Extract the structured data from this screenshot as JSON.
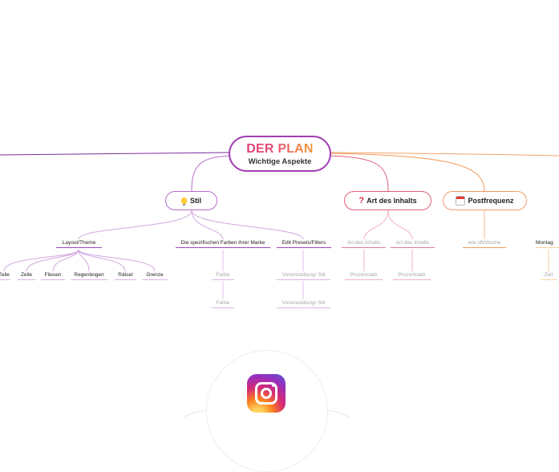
{
  "root": {
    "title": "DER PLAN",
    "subtitle": "Wichtige Aspekte"
  },
  "branches": {
    "stil": {
      "label": "Stil",
      "icon": "lightbulb-icon",
      "children": {
        "layout": {
          "label": "Layout/Theme",
          "items": [
            "Zeile",
            "Zeile",
            "Fliesen",
            "Regenbogen",
            "Rätsel",
            "Grenze"
          ]
        },
        "farben": {
          "label": "Die spezifischen Farben Ihrer Marke",
          "items": [
            "Farbe",
            "Farbe"
          ]
        },
        "presets": {
          "label": "Edit Presets/Filters",
          "items": [
            "Voreinstellung/ Stil",
            "Voreinstellung/ Stil"
          ]
        }
      }
    },
    "art": {
      "label": "Art des Inhalts",
      "icon": "question-mark-icon",
      "children": [
        {
          "label": "Art des Inhalts",
          "item": "Prozentsatz"
        },
        {
          "label": "Art des Inhalts",
          "item": "Prozentsatz"
        }
      ]
    },
    "post": {
      "label": "Postfrequenz",
      "icon": "calendar-icon",
      "children": [
        {
          "label": "wie oft/Woche"
        }
      ]
    },
    "right": {
      "label": "Montag",
      "item": "Zeit"
    }
  },
  "colors": {
    "root_border": "#a23fb2",
    "stil": "#b86ccc",
    "art": "#e0607a",
    "post": "#f09d6a",
    "left_line": "#7b2fa0"
  },
  "logo": {
    "icon": "instagram-icon"
  }
}
